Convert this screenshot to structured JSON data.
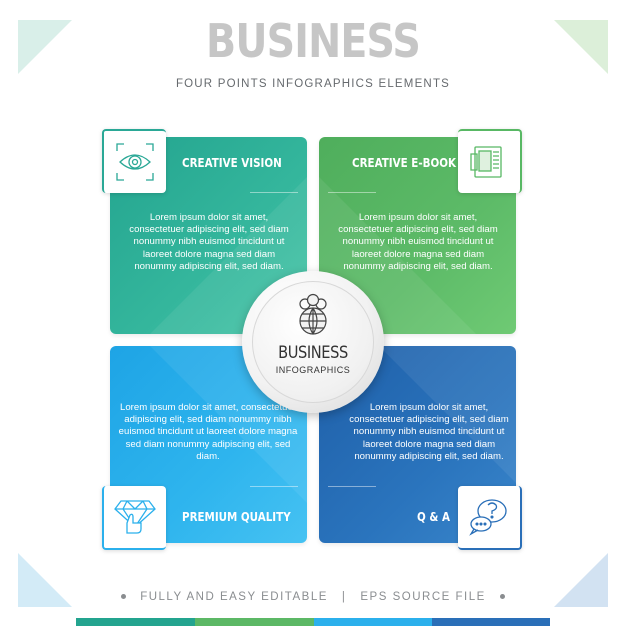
{
  "header": {
    "title": "BUSINESS",
    "subtitle": "FOUR POINTS INFOGRAPHICS ELEMENTS"
  },
  "panels": [
    {
      "id": "creative-vision",
      "heading": "CREATIVE VISION",
      "body": "Lorem ipsum dolor sit amet, consectetuer adipiscing elit, sed diam nonummy nibh euismod tincidunt ut laoreet dolore magna sed diam nonummy adipiscing elit, sed diam.",
      "icon": "eye-icon",
      "color": "#2aa896"
    },
    {
      "id": "creative-ebook",
      "heading": "CREATIVE E-BOOK",
      "body": "Lorem ipsum dolor sit amet, consectetuer adipiscing elit, sed diam nonummy nibh euismod tincidunt ut laoreet dolore magna sed diam nonummy adipiscing elit, sed diam.",
      "icon": "book-icon",
      "color": "#58b864"
    },
    {
      "id": "premium-quality",
      "heading": "PREMIUM QUALITY",
      "body": "Lorem ipsum dolor sit amet, consectetuer adipiscing elit, sed diam nonummy nibh euismod tincidunt ut laoreet dolore magna sed diam nonummy adipiscing elit, sed diam.",
      "icon": "diamond-thumbs-up-icon",
      "color": "#2bb0ec"
    },
    {
      "id": "qa",
      "heading": "Q & A",
      "body": "Lorem ipsum dolor sit amet, consectetuer adipiscing elit, sed diam nonummy nibh euismod tincidunt ut laoreet dolore magna sed diam nonummy adipiscing elit, sed diam.",
      "icon": "question-bubble-icon",
      "color": "#2a6fb8"
    }
  ],
  "center": {
    "title": "BUSINESS",
    "subtitle": "INFOGRAPHICS",
    "icon": "people-globe-icon"
  },
  "footer": {
    "left": "FULLY AND EASY EDITABLE",
    "separator": "|",
    "right": "EPS SOURCE FILE"
  },
  "colors": {
    "corner_tl": "#d9efe9",
    "corner_tr": "#dcefd9",
    "corner_bl": "#d3ebf7",
    "corner_br": "#d2e2f2",
    "bar": [
      "#23a48f",
      "#5cb865",
      "#2bb0ec",
      "#2a6fb8"
    ]
  }
}
